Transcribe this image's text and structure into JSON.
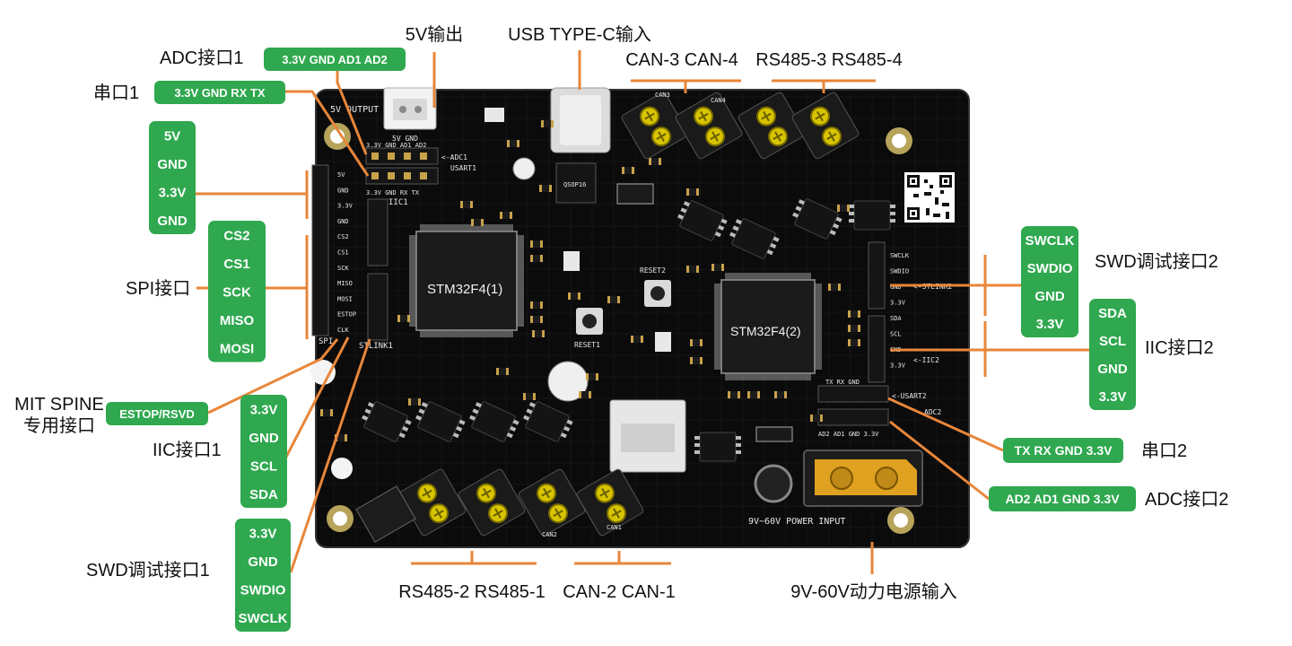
{
  "labels": {
    "adc1": "ADC接口1",
    "uart1": "串口1",
    "spi": "SPI接口",
    "mit_spine_1": "MIT SPINE",
    "mit_spine_2": "专用接口",
    "iic1": "IIC接口1",
    "swd1": "SWD调试接口1",
    "out5v": "5V输出",
    "usbc": "USB TYPE-C输入",
    "can34": "CAN-3  CAN-4",
    "rs48534": "RS485-3  RS485-4",
    "swd2": "SWD调试接口2",
    "iic2": "IIC接口2",
    "uart2": "串口2",
    "adc2": "ADC接口2",
    "rs48521": "RS485-2  RS485-1",
    "can21": "CAN-2  CAN-1",
    "power": "9V-60V动力电源输入"
  },
  "pills": {
    "adc1": "3.3V GND AD1 AD2",
    "uart1": "3.3V GND RX TX",
    "estop": "ESTOP/RSVD",
    "uart2": "TX RX GND 3.3V",
    "adc2": "AD2 AD1 GND 3.3V",
    "pwr_group": [
      "5V",
      "GND",
      "3.3V",
      "GND"
    ],
    "spi_group": [
      "CS2",
      "CS1",
      "SCK",
      "MISO",
      "MOSI"
    ],
    "iic1_group": [
      "3.3V",
      "GND",
      "SCL",
      "SDA"
    ],
    "swd1_group": [
      "3.3V",
      "GND",
      "SWDIO",
      "SWCLK"
    ],
    "swd2_group": [
      "SWCLK",
      "SWDIO",
      "GND",
      "3.3V"
    ],
    "iic2_group": [
      "SDA",
      "SCL",
      "GND",
      "3.3V"
    ]
  },
  "board": {
    "mcu1": "STM32F4(1)",
    "mcu2": "STM32F4(2)",
    "out_silk": "5V OUTPUT",
    "out_pins": "5V     GND",
    "adc_pins": "3.3V GND  AD1 AD2",
    "adc1_tag": "<-ADC1",
    "usart1_tag": "USART1",
    "uart_pins": "3.3V GND RX  TX",
    "iic1_silk": "IIC1",
    "spi_silk": "SPI",
    "stlink1": "STLINK1",
    "reset1": "RESET1",
    "reset2": "RESET2",
    "stlink2_tag": "<-STLINK2",
    "iic2_tag": "<-IIC2",
    "usart2_tag": "<-USART2",
    "adc2_tag": "ADC2",
    "tx_rx_gnd": "TX  RX  GND",
    "adc2_pins": "AD2 AD1 GND 3.3V",
    "power_silk": "9V~60V POWER INPUT",
    "can_silk": [
      "CAN3",
      "CAN4",
      "CAN2",
      "CAN1"
    ],
    "left_header": [
      "5V",
      "GND",
      "3.3V",
      "GND",
      "CS2",
      "CS1",
      "SCK",
      "MISO",
      "MOSI",
      "ESTOP",
      "CLK"
    ],
    "right_header": [
      "SWCLK",
      "SWDIO",
      "GND",
      "3.3V",
      "SDA",
      "SCL",
      "GND",
      "3.3V"
    ],
    "ic_mark": "QSOP16"
  },
  "colors": {
    "pill_green": "#2fa84f",
    "leader_orange": "#e8863a",
    "board_black": "#0b0b0b",
    "connector_yellow": "#d8c400"
  }
}
